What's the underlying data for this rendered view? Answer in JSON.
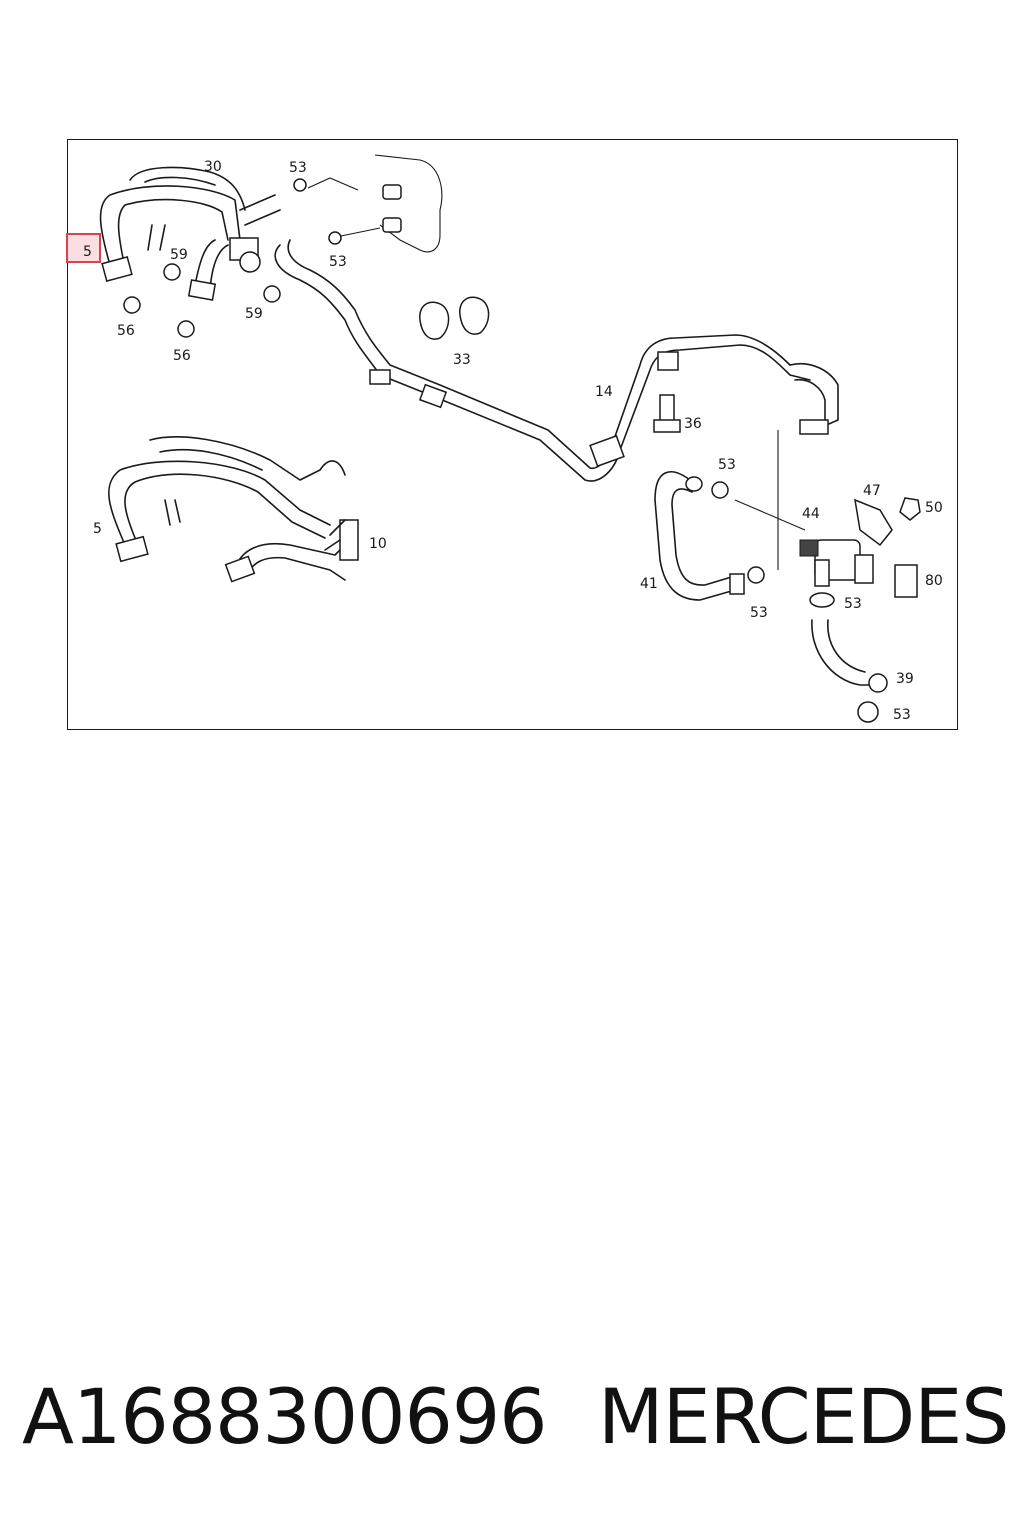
{
  "diagram": {
    "highlighted_callout": "5",
    "callouts": {
      "c30": "30",
      "c53a": "53",
      "c53b": "53",
      "c5top": "5",
      "c59a": "59",
      "c59b": "59",
      "c56a": "56",
      "c56b": "56",
      "c33": "33",
      "c14": "14",
      "c36": "36",
      "c53c": "53",
      "c47": "47",
      "c50": "50",
      "c44": "44",
      "c80": "80",
      "c53d": "53",
      "c53e": "53",
      "c41": "41",
      "c39": "39",
      "c53f": "53",
      "c5b": "5",
      "c10": "10"
    }
  },
  "footer": {
    "part_number": "A1688300696",
    "brand": "MERCEDES"
  }
}
